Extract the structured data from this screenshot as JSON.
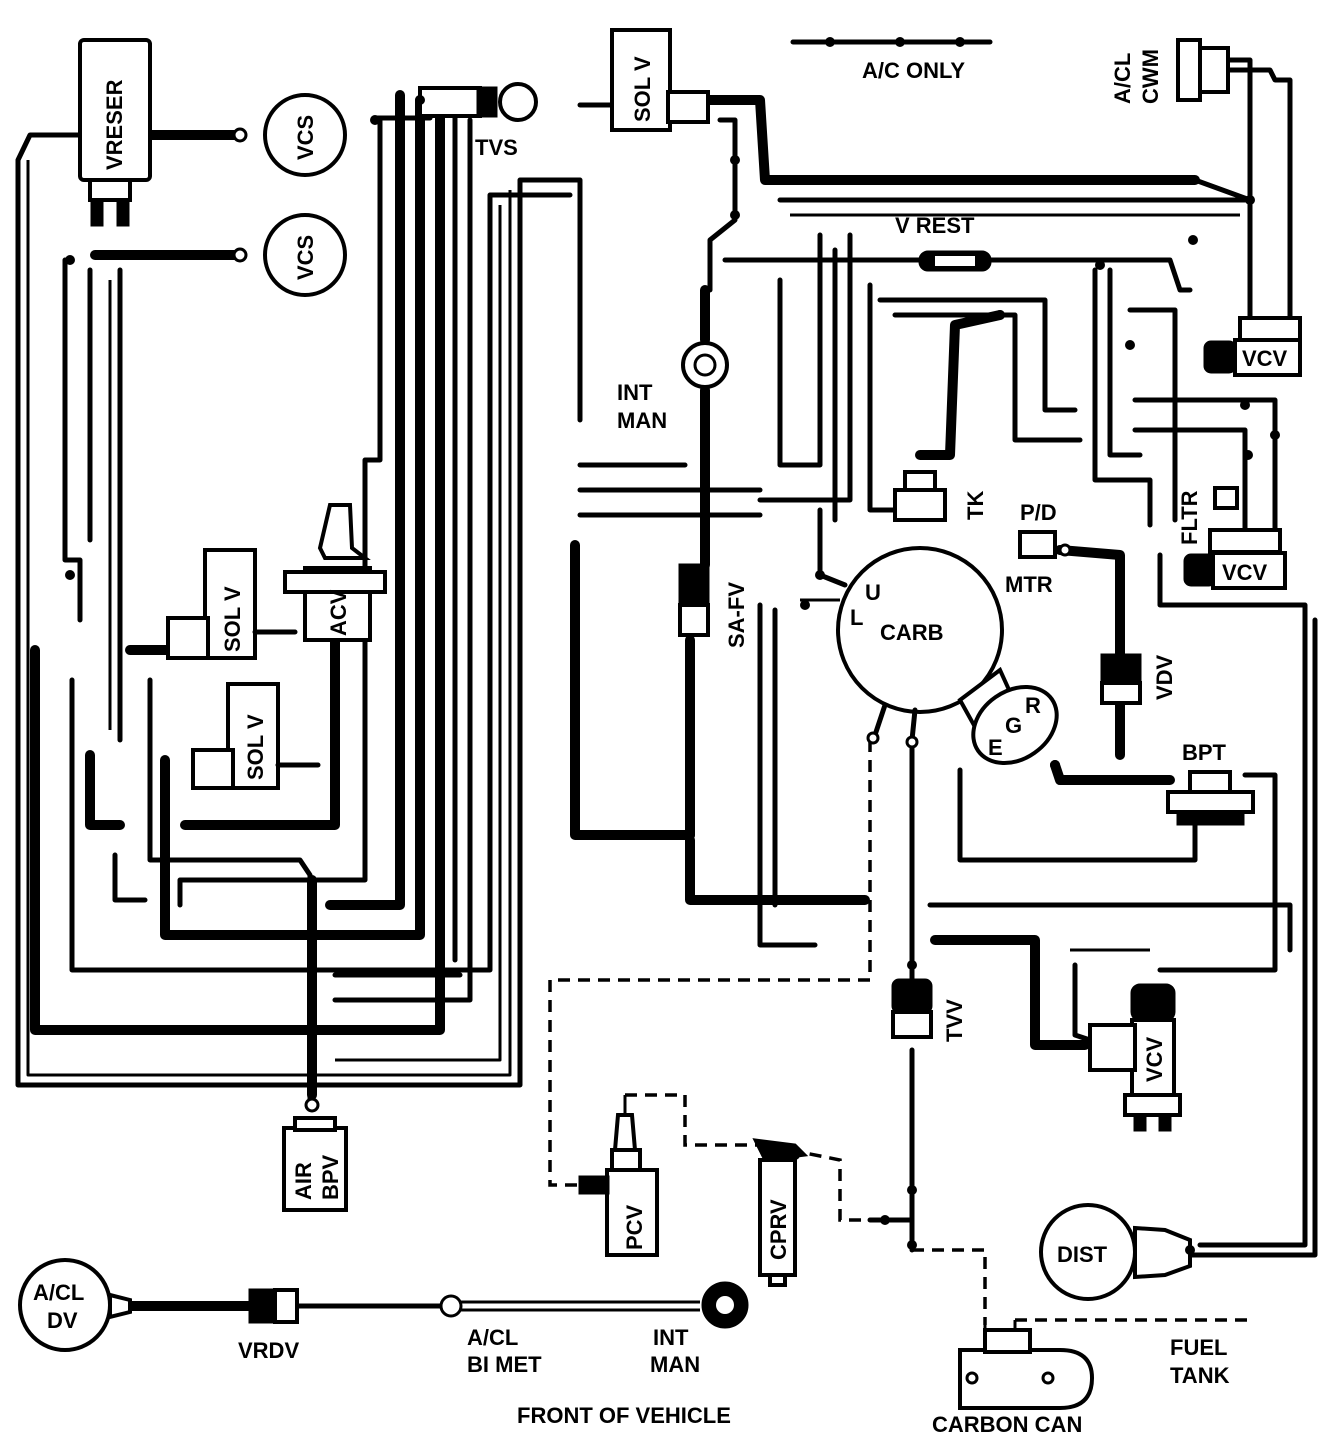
{
  "labels": {
    "vreser": "VRESER",
    "vcs_1": "VCS",
    "vcs_2": "VCS",
    "tvs": "TVS",
    "sol_v_top": "SOL V",
    "ac_only": "A/C ONLY",
    "acl_cwm_1": "A/CL",
    "acl_cwm_2": "CWM",
    "v_rest": "V REST",
    "vcv_1": "VCV",
    "vcv_2": "VCV",
    "vcv_3": "VCV",
    "int_man_1a": "INT",
    "int_man_1b": "MAN",
    "tk": "TK",
    "pd": "P/D",
    "mtr": "MTR",
    "fltr": "FLTR",
    "sol_v_mid": "SOL V",
    "acv": "ACV",
    "sol_v_low": "SOL V",
    "sa_fv": "SA-FV",
    "carb_u": "U",
    "carb_l": "L",
    "carb": "CARB",
    "egr_e": "E",
    "egr_g": "G",
    "egr_r": "R",
    "vdv": "VDV",
    "bpt": "BPT",
    "tvv": "TVV",
    "air_bpv_1": "AIR",
    "air_bpv_2": "BPV",
    "pcv": "PCV",
    "cprv": "CPRV",
    "dist": "DIST",
    "acl_dv_1": "A/CL",
    "acl_dv_2": "DV",
    "vrdv": "VRDV",
    "acl_bimet_1": "A/CL",
    "acl_bimet_2": "BI MET",
    "int_man_2a": "INT",
    "int_man_2b": "MAN",
    "fuel_tank_1": "FUEL",
    "fuel_tank_2": "TANK",
    "front_of_vehicle": "FRONT OF VEHICLE",
    "carbon_can": "CARBON CAN"
  }
}
